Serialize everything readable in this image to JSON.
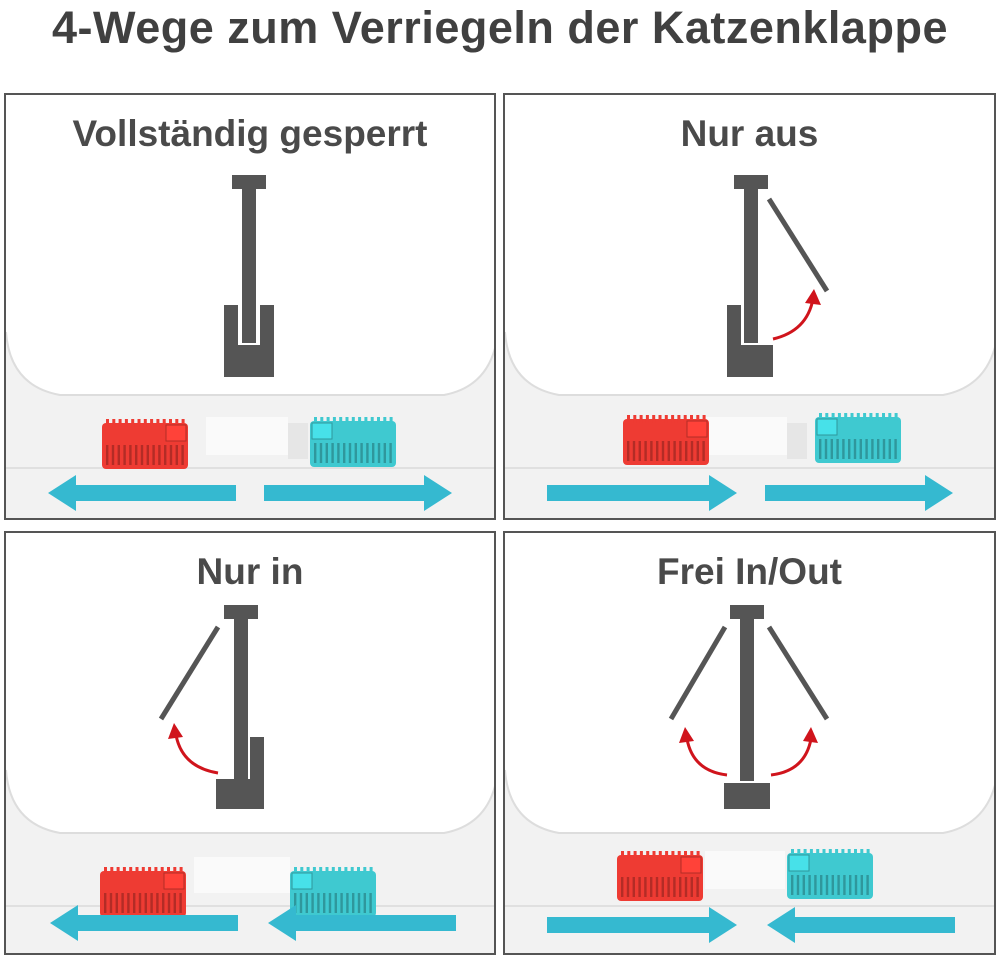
{
  "title": "4-Wege zum Verriegeln der Katzenklappe",
  "colors": {
    "text": "#4a4a4a",
    "flap": "#555555",
    "arrow_red": "#d0141c",
    "lock_red": "#ee3b33",
    "lock_cyan": "#3fc9d0",
    "arrow_cyan": "#35b9d0",
    "frame": "#f2f2f2",
    "border": "#555555"
  },
  "panels": [
    {
      "label": "Vollständig gesperrt",
      "flap": "closed",
      "left_lock": "red",
      "right_lock": "cyan",
      "arrows": [
        "left",
        "right"
      ]
    },
    {
      "label": "Nur aus",
      "flap": "swing-out",
      "left_lock": "red",
      "right_lock": "cyan",
      "arrows": [
        "right",
        "right"
      ]
    },
    {
      "label": "Nur in",
      "flap": "swing-in",
      "left_lock": "red",
      "right_lock": "cyan",
      "arrows": [
        "left",
        "left"
      ]
    },
    {
      "label": "Frei In/Out",
      "flap": "swing-both",
      "left_lock": "red",
      "right_lock": "cyan",
      "arrows": [
        "right",
        "left"
      ]
    }
  ]
}
